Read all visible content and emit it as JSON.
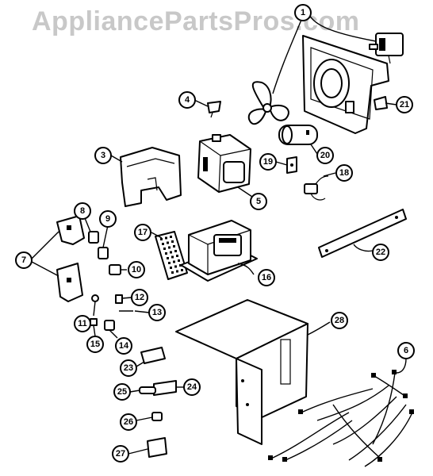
{
  "watermark": "AppliancePartsPros.com",
  "callouts": [
    {
      "id": "1",
      "label": "1"
    },
    {
      "id": "3",
      "label": "3"
    },
    {
      "id": "4",
      "label": "4"
    },
    {
      "id": "5",
      "label": "5"
    },
    {
      "id": "6",
      "label": "6"
    },
    {
      "id": "7",
      "label": "7"
    },
    {
      "id": "8",
      "label": "8"
    },
    {
      "id": "9",
      "label": "9"
    },
    {
      "id": "10",
      "label": "10"
    },
    {
      "id": "11",
      "label": "11"
    },
    {
      "id": "12",
      "label": "12"
    },
    {
      "id": "13",
      "label": "13"
    },
    {
      "id": "14",
      "label": "14"
    },
    {
      "id": "15",
      "label": "15"
    },
    {
      "id": "16",
      "label": "16"
    },
    {
      "id": "17",
      "label": "17"
    },
    {
      "id": "18",
      "label": "18"
    },
    {
      "id": "19",
      "label": "19"
    },
    {
      "id": "20",
      "label": "20"
    },
    {
      "id": "21",
      "label": "21"
    },
    {
      "id": "22",
      "label": "22"
    },
    {
      "id": "23",
      "label": "23"
    },
    {
      "id": "24",
      "label": "24"
    },
    {
      "id": "25",
      "label": "25"
    },
    {
      "id": "26",
      "label": "26"
    },
    {
      "id": "27",
      "label": "27"
    },
    {
      "id": "28",
      "label": "28"
    }
  ]
}
